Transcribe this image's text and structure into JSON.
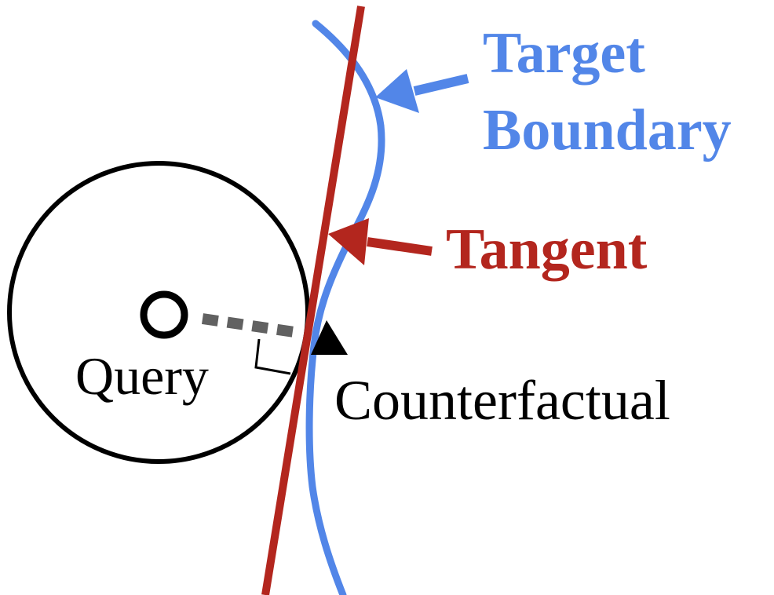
{
  "labels": {
    "target_boundary_line1": "Target",
    "target_boundary_line2": "Boundary",
    "tangent": "Tangent",
    "query": "Query",
    "counterfactual": "Counterfactual"
  },
  "colors": {
    "boundary": "#5286e8",
    "tangent": "#b3261e",
    "query": "#000000",
    "distance": "#616161",
    "counterfactual": "#000000"
  }
}
